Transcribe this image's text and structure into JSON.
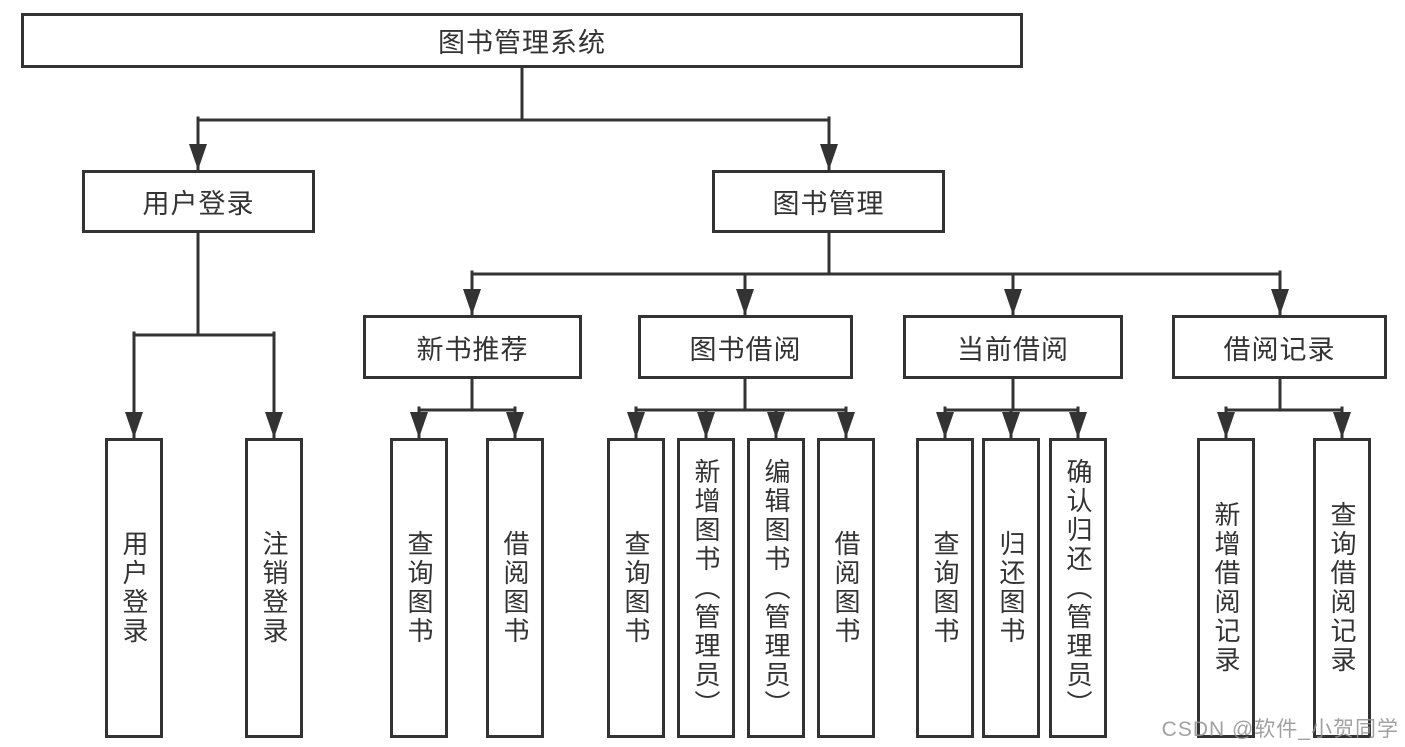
{
  "tree": {
    "root": "图书管理系统",
    "branches": [
      {
        "label": "用户登录",
        "children": [
          "用户登录",
          "注销登录"
        ]
      },
      {
        "label": "图书管理",
        "groups": [
          {
            "label": "新书推荐",
            "children": [
              "查询图书",
              "借阅图书"
            ]
          },
          {
            "label": "图书借阅",
            "children": [
              "查询图书",
              "新增图书（管理员）",
              "编辑图书（管理员）",
              "借阅图书"
            ]
          },
          {
            "label": "当前借阅",
            "children": [
              "查询图书",
              "归还图书",
              "确认归还（管理员）"
            ]
          },
          {
            "label": "借阅记录",
            "children": [
              "新增借阅记录",
              "查询借阅记录"
            ]
          }
        ]
      }
    ]
  },
  "watermark": "CSDN @软件_小贺同学",
  "colors": {
    "line": "#333333",
    "text": "#333333",
    "box_fill": "#ffffff",
    "background": "#ffffff",
    "watermark": "#919191"
  }
}
